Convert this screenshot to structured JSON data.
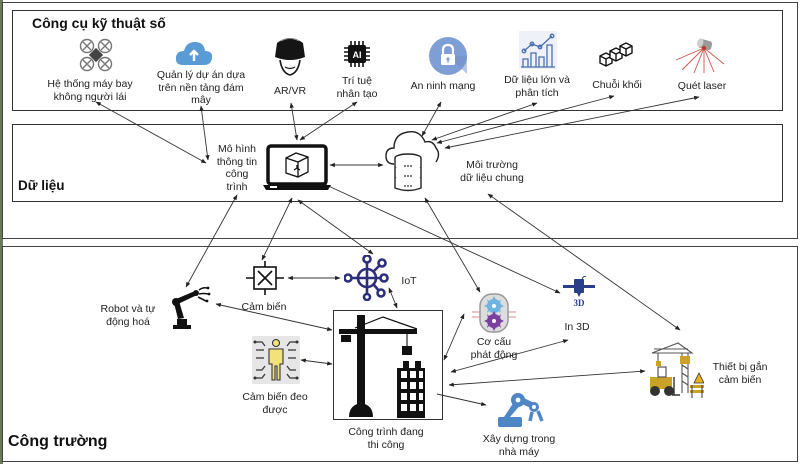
{
  "sections": {
    "tools": {
      "title": "Công cụ kỹ thuật số"
    },
    "data": {
      "title": "Dữ liệu"
    },
    "site": {
      "title": "Công trường"
    }
  },
  "tools": [
    {
      "id": "drone",
      "icon": "drone-icon",
      "lines": [
        "Hệ thống máy bay",
        "không người lái"
      ]
    },
    {
      "id": "cloud-pm",
      "icon": "cloud-upload-icon",
      "lines": [
        "Quản lý dự án dựa",
        "trên nền tảng đám",
        "mây"
      ]
    },
    {
      "id": "arvr",
      "icon": "vr-headset-icon",
      "lines": [
        "AR/VR"
      ]
    },
    {
      "id": "ai",
      "icon": "ai-chip-icon",
      "lines": [
        "Trí tuệ",
        "nhân tạo"
      ]
    },
    {
      "id": "security",
      "icon": "padlock-icon",
      "lines": [
        "An ninh mạng"
      ]
    },
    {
      "id": "bigdata",
      "icon": "bar-line-chart-icon",
      "lines": [
        "Dữ liệu lớn và",
        "phân tích"
      ]
    },
    {
      "id": "blockchain",
      "icon": "blockchain-cubes-icon",
      "lines": [
        "Chuỗi khối"
      ]
    },
    {
      "id": "laser",
      "icon": "laser-scanner-icon",
      "lines": [
        "Quét laser"
      ]
    }
  ],
  "data_layer": [
    {
      "id": "bim",
      "icon": "laptop-cube-icon",
      "lines": [
        "Mô hình",
        "thông tin",
        "công",
        "trình"
      ]
    },
    {
      "id": "cde",
      "icon": "cloud-database-icon",
      "lines": [
        "Môi trường",
        "dữ liệu chung"
      ]
    }
  ],
  "site": [
    {
      "id": "robot",
      "icon": "robot-arm-icon",
      "lines": [
        "Robot và tự",
        "động hoá"
      ]
    },
    {
      "id": "sensor",
      "icon": "sensor-icon",
      "lines": [
        "Cảm biến"
      ]
    },
    {
      "id": "iot",
      "icon": "iot-network-icon",
      "lines": [
        "IoT"
      ]
    },
    {
      "id": "wearable",
      "icon": "wearable-person-icon",
      "lines": [
        "Cảm biến đeo",
        "được"
      ]
    },
    {
      "id": "construction",
      "icon": "crane-building-icon",
      "lines": [
        "Công trình đang",
        "thi công"
      ]
    },
    {
      "id": "actuator",
      "icon": "gear-actuator-icon",
      "lines": [
        "Cơ cấu",
        "phát động"
      ]
    },
    {
      "id": "print3d",
      "icon": "3d-printer-icon",
      "lines": [
        "In 3D"
      ]
    },
    {
      "id": "offsite",
      "icon": "factory-robot-arm-icon",
      "lines": [
        "Xây dựng trong",
        "nhà máy"
      ]
    },
    {
      "id": "equipment",
      "icon": "sensor-equipment-icon",
      "lines": [
        "Thiết bị gắn",
        "cảm biến"
      ]
    }
  ],
  "connections": [
    {
      "from": "drone",
      "to": "bim",
      "style": "double"
    },
    {
      "from": "cloud-pm",
      "to": "bim",
      "style": "double"
    },
    {
      "from": "arvr",
      "to": "bim",
      "style": "double"
    },
    {
      "from": "ai",
      "to": "bim",
      "style": "double"
    },
    {
      "from": "security",
      "to": "cde",
      "style": "double"
    },
    {
      "from": "bigdata",
      "to": "cde",
      "style": "double"
    },
    {
      "from": "blockchain",
      "to": "cde",
      "style": "double"
    },
    {
      "from": "laser",
      "to": "cde",
      "style": "double"
    },
    {
      "from": "bim",
      "to": "cde",
      "style": "double"
    },
    {
      "from": "bim",
      "to": "robot",
      "style": "double"
    },
    {
      "from": "bim",
      "to": "sensor",
      "style": "double"
    },
    {
      "from": "bim",
      "to": "iot",
      "style": "double"
    },
    {
      "from": "bim",
      "to": "print3d",
      "style": "double"
    },
    {
      "from": "cde",
      "to": "actuator",
      "style": "double"
    },
    {
      "from": "cde",
      "to": "equipment",
      "style": "double"
    },
    {
      "from": "sensor",
      "to": "iot",
      "style": "double"
    },
    {
      "from": "iot",
      "to": "construction",
      "style": "double"
    },
    {
      "from": "robot",
      "to": "construction",
      "style": "double"
    },
    {
      "from": "wearable",
      "to": "construction",
      "style": "double"
    },
    {
      "from": "construction",
      "to": "actuator",
      "style": "double"
    },
    {
      "from": "construction",
      "to": "print3d",
      "style": "double"
    },
    {
      "from": "construction",
      "to": "equipment",
      "style": "double"
    },
    {
      "from": "construction",
      "to": "offsite",
      "style": "single"
    }
  ],
  "colors": {
    "line": "#333333",
    "icon_dark": "#1a1a1a",
    "cloud_blue": "#5b9bd5",
    "padlock_blue": "#7f9ed6",
    "iot_navy": "#2b2f7a",
    "printer_navy": "#2a3f8c",
    "offsite_blue": "#4f86c6",
    "wearable_yellow": "#f2e27a",
    "equipment_gold": "#c9a227",
    "laser_red": "#c0392b",
    "gear_blue": "#6fb3e0",
    "gear_purple": "#7b3fa0"
  }
}
